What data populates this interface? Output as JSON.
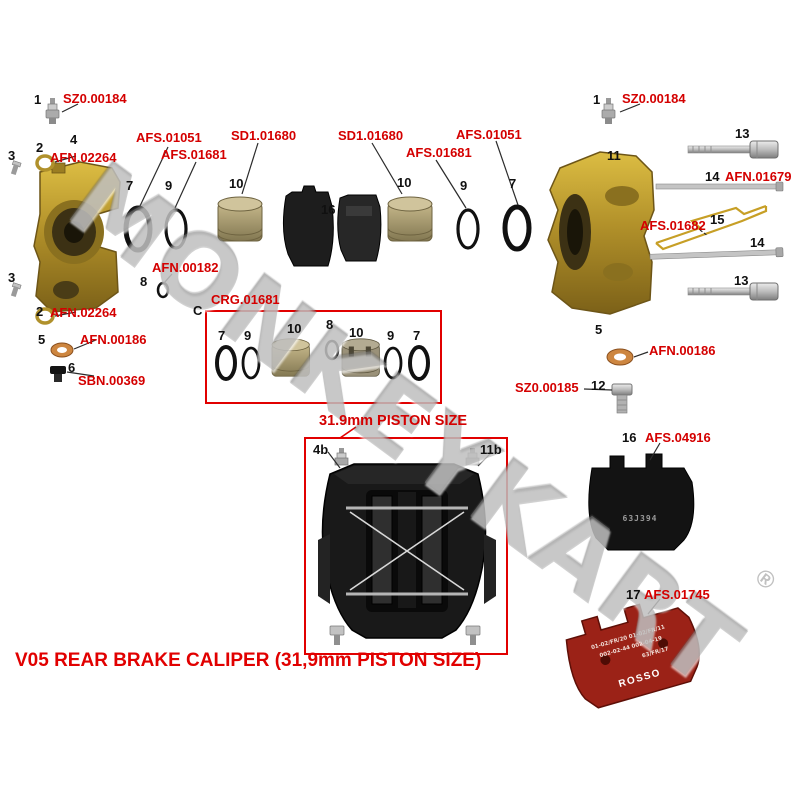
{
  "title": "V05 REAR BRAKE CALIPER (31,9mm PISTON SIZE)",
  "watermark": {
    "text": "MONKEYKART",
    "registered": "®"
  },
  "colors": {
    "label_red": "#d40000",
    "box_red": "#e10000",
    "caliper_gold": "#b2912a",
    "copper_washer": "#c87d3f",
    "rosso_pad": "#9b2217"
  },
  "labels": {
    "sz00184_l": "SZ0.00184",
    "afs01051_l": "AFS.01051",
    "sd101680_l": "SD1.01680",
    "afs01681_l": "AFS.01681",
    "sd101680_r": "SD1.01680",
    "afs01681_r": "AFS.01681",
    "afs01051_r": "AFS.01051",
    "sz00184_r": "SZ0.00184",
    "afn02264_t": "AFN.02264",
    "afn00182": "AFN.00182",
    "crg01681": "CRG.01681",
    "afn02264_b": "AFN.02264",
    "afn00186_l": "AFN.00186",
    "sbn00369": "SBN.00369",
    "afn01679": "AFN.01679",
    "afs01682": "AFS.01682",
    "sz00185": "SZ0.00185",
    "afn00186_r": "AFN.00186",
    "piston_size": "31.9mm PISTON SIZE",
    "afs04916": "AFS.04916",
    "afs01745": "AFS.01745"
  },
  "numbers": {
    "n1_l": "1",
    "n2_t": "2",
    "n3_t": "3",
    "n4": "4",
    "n3_b": "3",
    "n2_b": "2",
    "n5_l": "5",
    "n6": "6",
    "n7_l": "7",
    "n9_l": "9",
    "n10_l": "10",
    "n16_c": "16",
    "n10_r": "10",
    "n9_r": "9",
    "n7_r": "7",
    "n8": "8",
    "kit_c": "C",
    "k7a": "7",
    "k9a": "9",
    "k10a": "10",
    "k8": "8",
    "k10b": "10",
    "k9b": "9",
    "k7b": "7",
    "n1_r": "1",
    "n11": "11",
    "n13_t": "13",
    "n14_t": "14",
    "n15": "15",
    "n14_b": "14",
    "n13_b": "13",
    "n5_r": "5",
    "n12": "12",
    "n4b": "4b",
    "n11b": "11b",
    "n16_r": "16",
    "n17": "17"
  },
  "pad_markings": {
    "black_pad_code": "63J394",
    "rosso_line1": "01-02/FR/20   01-02/FR/11",
    "rosso_line2": "002-02-44   002-04-19",
    "rosso_line3": "63/FR/17",
    "rosso_name": "ROSSO"
  }
}
